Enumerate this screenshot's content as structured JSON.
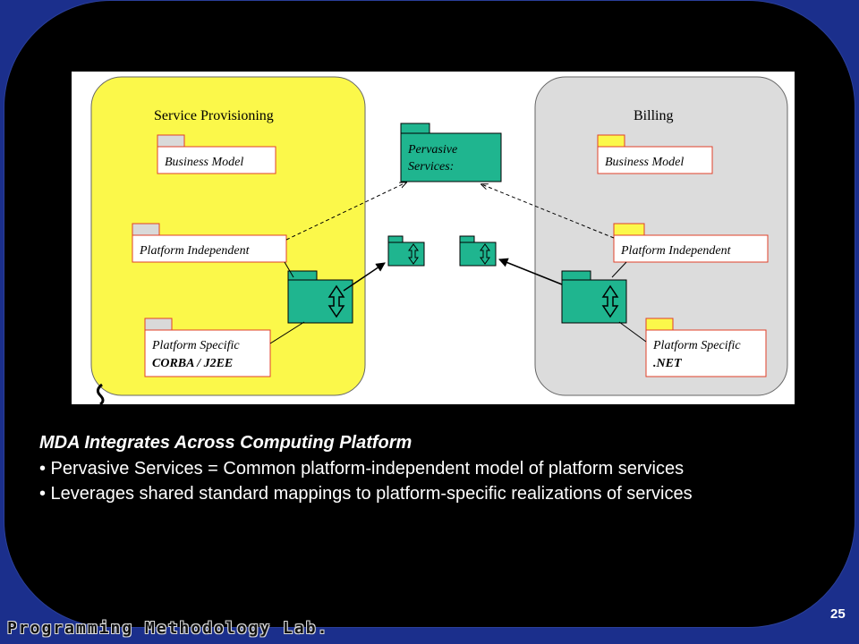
{
  "diagram": {
    "left_group": {
      "title": "Service Provisioning",
      "business_model": "Business Model",
      "platform_independent": "Platform Independent",
      "platform_specific_line1": "Platform Specific",
      "platform_specific_line2": "CORBA / J2EE"
    },
    "center": {
      "pervasive_line1": "Pervasive",
      "pervasive_line2": "Services:"
    },
    "right_group": {
      "title": "Billing",
      "business_model": "Business Model",
      "platform_independent": "Platform Independent",
      "platform_specific_line1": "Platform Specific",
      "platform_specific_line2": ".NET"
    },
    "colors": {
      "left_group_fill": "#fbf84a",
      "right_group_fill": "#dcdcdc",
      "package_fill": "#1fb58f",
      "box_border": "#e0402a",
      "tab_gray": "#d9d9d9",
      "tab_yellow": "#fbf84a"
    },
    "icons": [
      "package-icon",
      "bidirectional-arrow-icon"
    ]
  },
  "caption": {
    "title": "MDA Integrates Across Computing Platform",
    "bullet_1": "• Pervasive Services = Common platform-independent model of platform services",
    "bullet_2": "• Leverages shared standard mappings to platform-specific realizations of services"
  },
  "footer": {
    "label": "Programming Methodology Lab.",
    "page_number": "25"
  }
}
